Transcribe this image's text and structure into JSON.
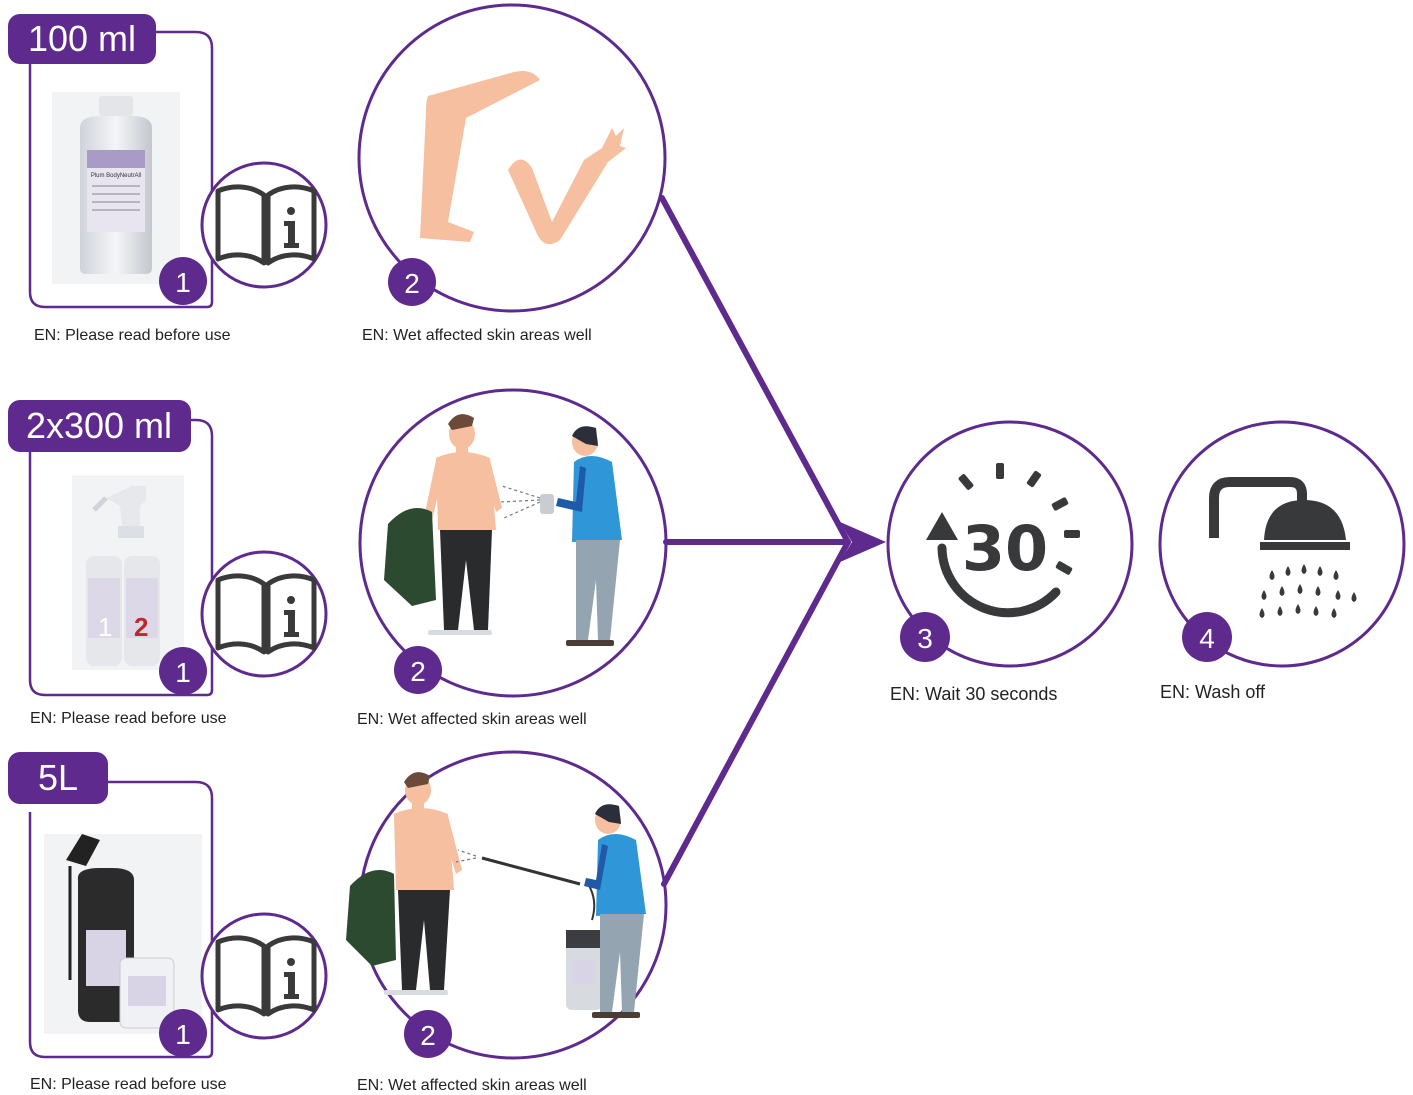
{
  "colors": {
    "purple": "#5e2a8e",
    "skin": "#f5bfa0",
    "dark": "#37393b",
    "shirt": "#2f97d7",
    "jacket": "#2c4a2f",
    "pants": "#2a2b2d",
    "trousers": "#94a4b0"
  },
  "rows": [
    {
      "size_label": "100 ml",
      "step1_number": "1",
      "step1_caption": "EN: Please read before use",
      "step2_number": "2",
      "step2_caption": "EN: Wet affected skin areas well"
    },
    {
      "size_label": "2x300 ml",
      "step1_number": "1",
      "step1_caption": "EN: Please read before use",
      "step2_number": "2",
      "step2_caption": "EN: Wet affected skin areas well"
    },
    {
      "size_label": "5L",
      "step1_number": "1",
      "step1_caption": "EN: Please read before use",
      "step2_number": "2",
      "step2_caption": "EN: Wet affected skin areas well"
    }
  ],
  "step3": {
    "number": "3",
    "timer_value": "30",
    "caption": "EN: Wait 30 seconds"
  },
  "step4": {
    "number": "4",
    "caption": "EN: Wash off"
  },
  "product_labels": {
    "bottle_brand": "Plum BodyNeutrAll",
    "spray_digit_a": "1",
    "spray_digit_b": "2"
  },
  "icons": [
    "book-info-icon",
    "arm-leg-icon",
    "timer-30-icon",
    "shower-icon"
  ]
}
